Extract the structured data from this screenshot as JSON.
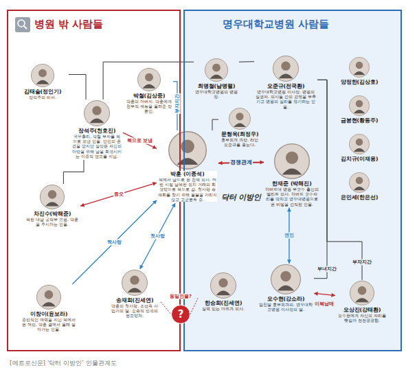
{
  "diagram": {
    "caption": "[메트로신문] '닥터 이방인' 인물관계도",
    "nodes": [
      {
        "text": [
          "병원 밖 사람들"
        ]
      },
      {
        "text": [
          "김태술(정인기)",
          "장석주의 비서."
        ],
        "in": 0
      },
      {
        "text": [
          "장석주(천호진)",
          "국무총리, 박철 부자를 북으로 보낸 인물. 만인의 존경을 받지만 실상은 자신의 야망을 위해 남을 희생시키는 이중적 면모를 지님."
        ],
        "in": 0
      },
      {
        "text": [
          "박철(김상중)",
          "박훈의 아버지. 박훈에게 천부적 재능을 물려준 장본인."
        ],
        "in": 0
      },
      {
        "text": [
          "차진수(박해준)",
          "북한 대남 공작부 요원. 박훈을 주시하는 인물."
        ],
        "in": 0
      },
      {
        "text": [
          "이창이(윤보라)",
          "중성적인 매력을 지닌 북에서 온 여성. 박훈 곁에서 몰래 살아가는 인물."
        ],
        "in": 0
      },
      {
        "text": [
          "송재희(진세연)",
          "박훈의 첫사랑. 조선족 사업가의 딸. 순종적 성격의 현모양처."
        ],
        "in": 0
      },
      {
        "text": [
          "박훈 (이종석)",
          "북에서 남으로 온 천재 의사. 어린 시절 남북한 정치 거래의 희생양으로 북으로 감. 첫사랑 송재희를 찾기 위해 물불을 가리지 않고 고군분투 중."
        ]
      },
      {
        "text": [
          "?"
        ]
      },
      {
        "text": [
          "명우대학교병원 사람들"
        ]
      },
      {
        "text": [
          "최명철(남명렬)",
          "명우대학교병원의 병원장."
        ],
        "in": 9
      },
      {
        "text": [
          "오준규(전국환)",
          "명우대학교병원 이사장. 병원의 실권자. 의사들 간의 경쟁을 부추기고 병원의 실리를 챙기려는 인물."
        ],
        "in": 9
      },
      {
        "text": [
          "양정한(김상호)"
        ],
        "in": 9
      },
      {
        "text": [
          "금봉현(황동주)"
        ],
        "in": 9
      },
      {
        "text": [
          "김치규(이재용)"
        ],
        "in": 9
      },
      {
        "text": [
          "은민세(한은선)"
        ],
        "in": 9
      },
      {
        "text": [
          "문형욱(최정우)",
          "흉부외과 과장. 라인 오준규를 좇는다."
        ],
        "in": 9
      },
      {
        "text": [
          "한재준 (박해진)",
          "하버드대 병원 부교수 출신의 엘리트 의사. 하버드 교수자리를 박차고 명우대병원으로 온 비밀을 간직한 인물."
        ],
        "in": 9
      },
      {
        "text": [
          "한승희(진세연)",
          "실력 있는 마취과 의사."
        ],
        "in": 9
      },
      {
        "text": [
          "오수현(강소라)",
          "엄친딸 흉부외과의. 명우대학교병원 이사장의 딸."
        ],
        "in": 9
      },
      {
        "text": [
          "오상진(강태환)",
          "오수현에게 자신의 자리를 뺏길까 전전긍긍함."
        ],
        "in": 9
      }
    ],
    "edges": [
      {
        "from": 1,
        "to": 2,
        "arrow": "none"
      },
      {
        "from": 2,
        "to": 10,
        "arrow": "none"
      },
      {
        "from": 10,
        "to": 11,
        "arrow": "none"
      },
      {
        "from": 3,
        "to": 7,
        "label": "부자지간",
        "arrow": "none"
      },
      {
        "from": 2,
        "to": 7,
        "label": "북으로 보냄",
        "arrow": "to"
      },
      {
        "from": 2,
        "to": 4,
        "arrow": "none"
      },
      {
        "from": 4,
        "to": 7,
        "label": "증오",
        "arrow": "both"
      },
      {
        "from": 5,
        "to": 7,
        "label": "짝사랑",
        "arrow": "to"
      },
      {
        "from": 6,
        "to": 7,
        "label": "첫사랑",
        "arrow": "both"
      },
      {
        "from": 7,
        "to": 17,
        "label": "경쟁관계",
        "arrow": "both"
      },
      {
        "from": 16,
        "to": 7,
        "arrow": "none"
      },
      {
        "from": 11,
        "to": 20,
        "label": "부자지간",
        "arrow": "none"
      },
      {
        "from": 11,
        "to": 19,
        "label": "부녀지간",
        "arrow": "none"
      },
      {
        "from": 17,
        "to": 19,
        "label": "연인",
        "arrow": "both"
      },
      {
        "from": 19,
        "to": 20,
        "label": "이복남매",
        "arrow": "both"
      },
      {
        "from": 6,
        "to": 8,
        "arrow": "none"
      },
      {
        "from": 8,
        "to": 18,
        "arrow": "none"
      }
    ],
    "labels": [
      "동일인물?",
      "닥터 이방인"
    ]
  }
}
